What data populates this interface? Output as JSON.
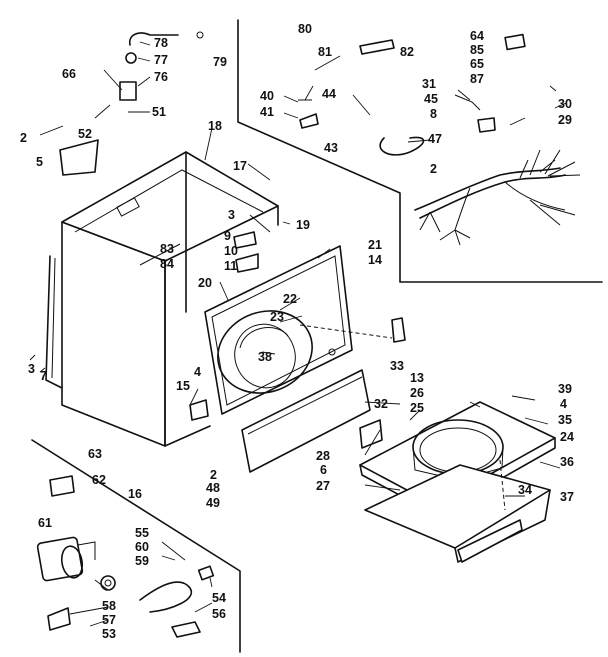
{
  "part_numbers": {
    "p2": "2",
    "p3": "3",
    "p4": "4",
    "p5": "5",
    "p6": "6",
    "p7": "7",
    "p8": "8",
    "p9": "9",
    "p10": "10",
    "p11": "11",
    "p13": "13",
    "p14": "14",
    "p15": "15",
    "p16": "16",
    "p17": "17",
    "p18": "18",
    "p19": "19",
    "p20": "20",
    "p21": "21",
    "p22": "22",
    "p23": "23",
    "p24": "24",
    "p25": "25",
    "p26": "26",
    "p27": "27",
    "p28": "28",
    "p29": "29",
    "p30": "30",
    "p31": "31",
    "p32": "32",
    "p33": "33",
    "p34": "34",
    "p35": "35",
    "p36": "36",
    "p37": "37",
    "p38": "38",
    "p39": "39",
    "p40": "40",
    "p41": "41",
    "p43": "43",
    "p44": "44",
    "p45": "45",
    "p47": "47",
    "p48": "48",
    "p49": "49",
    "p51": "51",
    "p52": "52",
    "p53": "53",
    "p54": "54",
    "p55": "55",
    "p56": "56",
    "p57": "57",
    "p58": "58",
    "p59": "59",
    "p60": "60",
    "p61": "61",
    "p62": "62",
    "p63": "63",
    "p64": "64",
    "p65": "65",
    "p66": "66",
    "p76": "76",
    "p77": "77",
    "p78": "78",
    "p79": "79",
    "p80": "80",
    "p81": "81",
    "p82": "82",
    "p83": "83",
    "p84": "84",
    "p85": "85",
    "p87": "87"
  }
}
